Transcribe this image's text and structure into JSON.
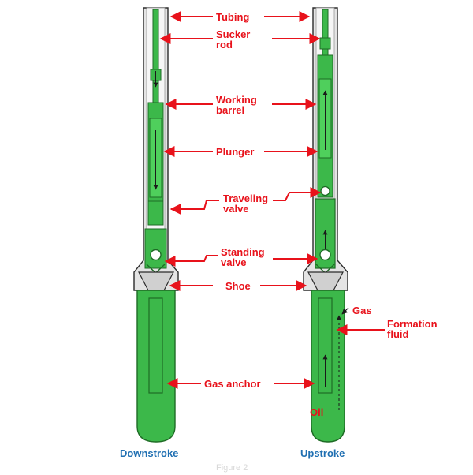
{
  "labels": {
    "tubing": "Tubing",
    "sucker_rod_1": "Sucker",
    "sucker_rod_2": "rod",
    "working_barrel_1": "Working",
    "working_barrel_2": "barrel",
    "plunger": "Plunger",
    "traveling_valve_1": "Traveling",
    "traveling_valve_2": "valve",
    "standing_valve_1": "Standing",
    "standing_valve_2": "valve",
    "shoe": "Shoe",
    "gas": "Gas",
    "formation_fluid_1": "Formation",
    "formation_fluid_2": "fluid",
    "gas_anchor": "Gas anchor",
    "oil": "Oil"
  },
  "captions": {
    "downstroke": "Downstroke",
    "upstroke": "Upstroke",
    "figure": "Figure 2"
  },
  "colors": {
    "label": "#e8121b",
    "caption": "#1f6fb2",
    "green": "#3cb84a",
    "green_dark": "#1e6b25",
    "tubing_fill": "#e4e4e4",
    "outline": "#2b2b2b",
    "figure": "#d8d8d8"
  }
}
